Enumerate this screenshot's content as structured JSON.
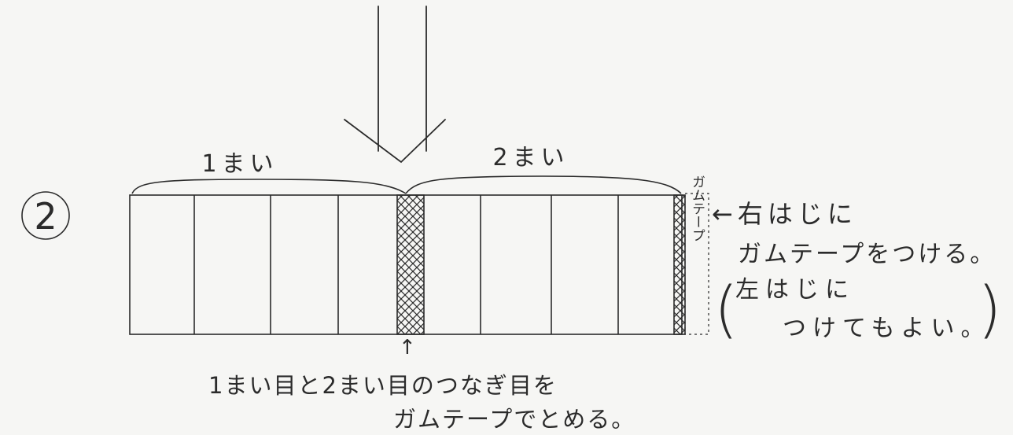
{
  "step_number": "2",
  "sheet1_label": "1まい",
  "sheet2_label": "2まい",
  "side_tape_label": "ガムテープ",
  "right_note": {
    "line1": "←右はじに",
    "line2": "ガムテープをつける。",
    "paren_open": "(",
    "paren_line1": "左はじに",
    "paren_line2": "つけてもよい。",
    "paren_close": ")"
  },
  "bottom_note": {
    "arrow": "↑",
    "line1": "1まい目と2まい目のつなぎ目を",
    "line2": "ガムテープでとめる。"
  },
  "colors": {
    "ink": "#2b2b2b",
    "paper": "#f6f6f4"
  }
}
